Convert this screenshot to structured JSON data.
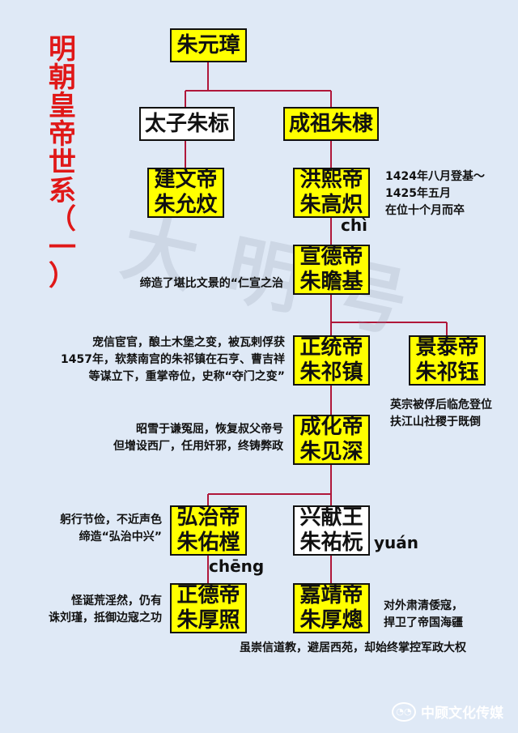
{
  "title_chars": [
    "明",
    "朝",
    "皇",
    "帝",
    "世",
    "系",
    "（",
    "一",
    "）"
  ],
  "watermark": "大明号",
  "nodes": {
    "zhu_yuanzhang": "朱元璋",
    "taizi_zhubiao": "太子朱标",
    "chengzu_zhudi": "成祖朱棣",
    "jianwen_title": "建文帝",
    "jianwen_name": "朱允炆",
    "hongxi_title": "洪熙帝",
    "hongxi_name": "朱高炽",
    "xuande_title": "宣德帝",
    "xuande_name": "朱瞻基",
    "zhengtong_title": "正统帝",
    "zhengtong_name": "朱祁镇",
    "jingtai_title": "景泰帝",
    "jingtai_name": "朱祁钰",
    "chenghua_title": "成化帝",
    "chenghua_name": "朱见深",
    "hongzhi_title": "弘治帝",
    "hongzhi_name": "朱佑樘",
    "xingxian_title": "兴献王",
    "xingxian_name": "朱祐杬",
    "zhengde_title": "正德帝",
    "zhengde_name": "朱厚照",
    "jiajing_title": "嘉靖帝",
    "jiajing_name": "朱厚熜"
  },
  "pinyin": {
    "chi": "chì",
    "yuan": "yuán",
    "cheng": "chēng"
  },
  "notes": {
    "hongxi_1": "1424年八月登基～",
    "hongxi_2": "1425年五月",
    "hongxi_3": "在位十个月而卒",
    "xuande_1": "缔造了堪比文景的“仁宣之治",
    "zhengtong_1": "宠信宦官，酿土木堡之变，被瓦剌俘获",
    "zhengtong_2": "1457年，软禁南宫的朱祁镇在石亨、曹吉祥",
    "zhengtong_3": "等谋立下，重掌帝位，史称“夺门之变”",
    "jingtai_1": "英宗被俘后临危登位",
    "jingtai_2": "扶江山社稷于既倒",
    "chenghua_1": "昭雪于谦冤屈，恢复叔父帝号",
    "chenghua_2": "但增设西厂，任用奸邪，终铸弊政",
    "hongzhi_1": "躬行节俭，不近声色",
    "hongzhi_2": "缔造“弘治中兴”",
    "zhengde_1": "怪诞荒淫然，仍有",
    "zhengde_2": "诛刘瑾，抵御边寇之功",
    "jiajing_1": "对外肃清倭寇，",
    "jiajing_2": "捍卫了帝国海疆",
    "jiajing_3": "虽崇信道教，避居西苑，却始终掌控军政大权"
  },
  "footer": {
    "icon": "wechat-icon",
    "text": "中顾文化传媒"
  },
  "colors": {
    "background": "#dfe9f6",
    "node_yellow": "#ffff00",
    "line_red": "#b0173a",
    "title_red": "#e01818"
  }
}
